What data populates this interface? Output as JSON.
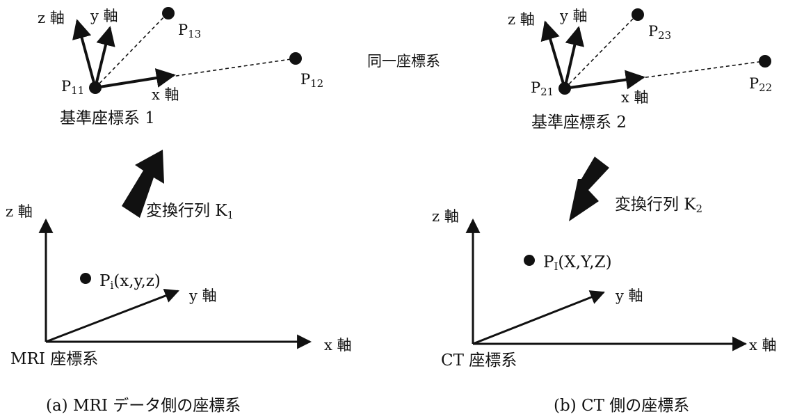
{
  "top_left": {
    "z_axis": "z 軸",
    "y_axis": "y 軸",
    "x_axis": "x 軸",
    "p11": {
      "base": "P",
      "sub": "11"
    },
    "p12": {
      "base": "P",
      "sub": "12"
    },
    "p13": {
      "base": "P",
      "sub": "13"
    },
    "caption": "基準座標系 1"
  },
  "top_right": {
    "z_axis": "z 軸",
    "y_axis": "y 軸",
    "x_axis": "x 軸",
    "p21": {
      "base": "P",
      "sub": "21"
    },
    "p22": {
      "base": "P",
      "sub": "22"
    },
    "p23": {
      "base": "P",
      "sub": "23"
    },
    "caption": "基準座標系 2"
  },
  "middle_note": "同一座標系",
  "transform_left": {
    "text": "変換行列 K",
    "sub": "1"
  },
  "transform_right": {
    "text": "変換行列 K",
    "sub": "2"
  },
  "bottom_left": {
    "z_axis": "z 軸",
    "y_axis": "y 軸",
    "x_axis": "x 軸",
    "point": {
      "base": "P",
      "sub": "i",
      "coords": "(x,y,z)"
    },
    "system_label": "MRI 座標系"
  },
  "bottom_right": {
    "z_axis": "z 軸",
    "y_axis": "y 軸",
    "x_axis": "x 軸",
    "point": {
      "base": "P",
      "sub": "I",
      "coords": "(X,Y,Z)"
    },
    "system_label": "CT 座標系"
  },
  "captions": {
    "left": "(a) MRI データ側の座標系",
    "right": "(b) CT 側の座標系"
  }
}
